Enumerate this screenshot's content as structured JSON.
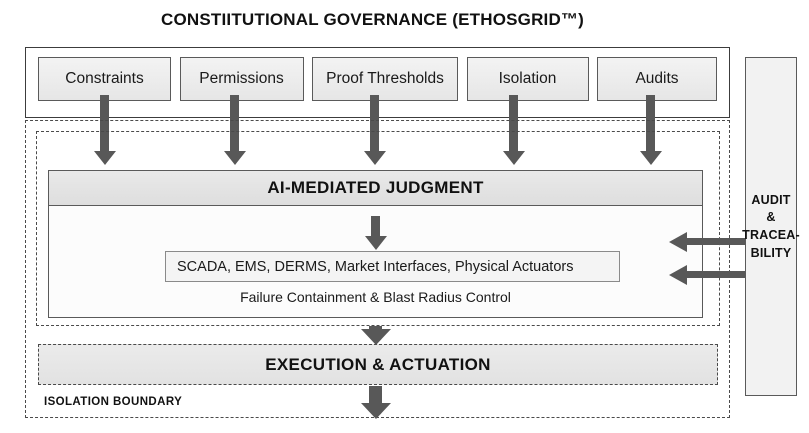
{
  "title": "CONSTIITUTIONAL GOVERNANCE (ETHOSGRID™)",
  "governance": {
    "pillars": [
      {
        "label": "Constraints"
      },
      {
        "label": "Permissions"
      },
      {
        "label": "Proof Thresholds"
      },
      {
        "label": "Isolation"
      },
      {
        "label": "Audits"
      }
    ]
  },
  "judgment": {
    "header": "AI-MEDIATED JUDGMENT",
    "systems": "SCADA, EMS, DERMS, Market Interfaces, Physical Actuators",
    "containment": "Failure Containment & Blast Radius Control"
  },
  "execution": {
    "label": "EXECUTION & ACTUATION"
  },
  "boundary": {
    "label": "ISOLATION BOUNDARY"
  },
  "audit": {
    "lines": [
      "AUDIT",
      "&",
      "TRACEA-",
      "BILITY"
    ]
  },
  "colors": {
    "stroke": "#4a4a4a",
    "arrow": "#585858",
    "band_fill": "#e6e6e6",
    "background": "#ffffff"
  }
}
